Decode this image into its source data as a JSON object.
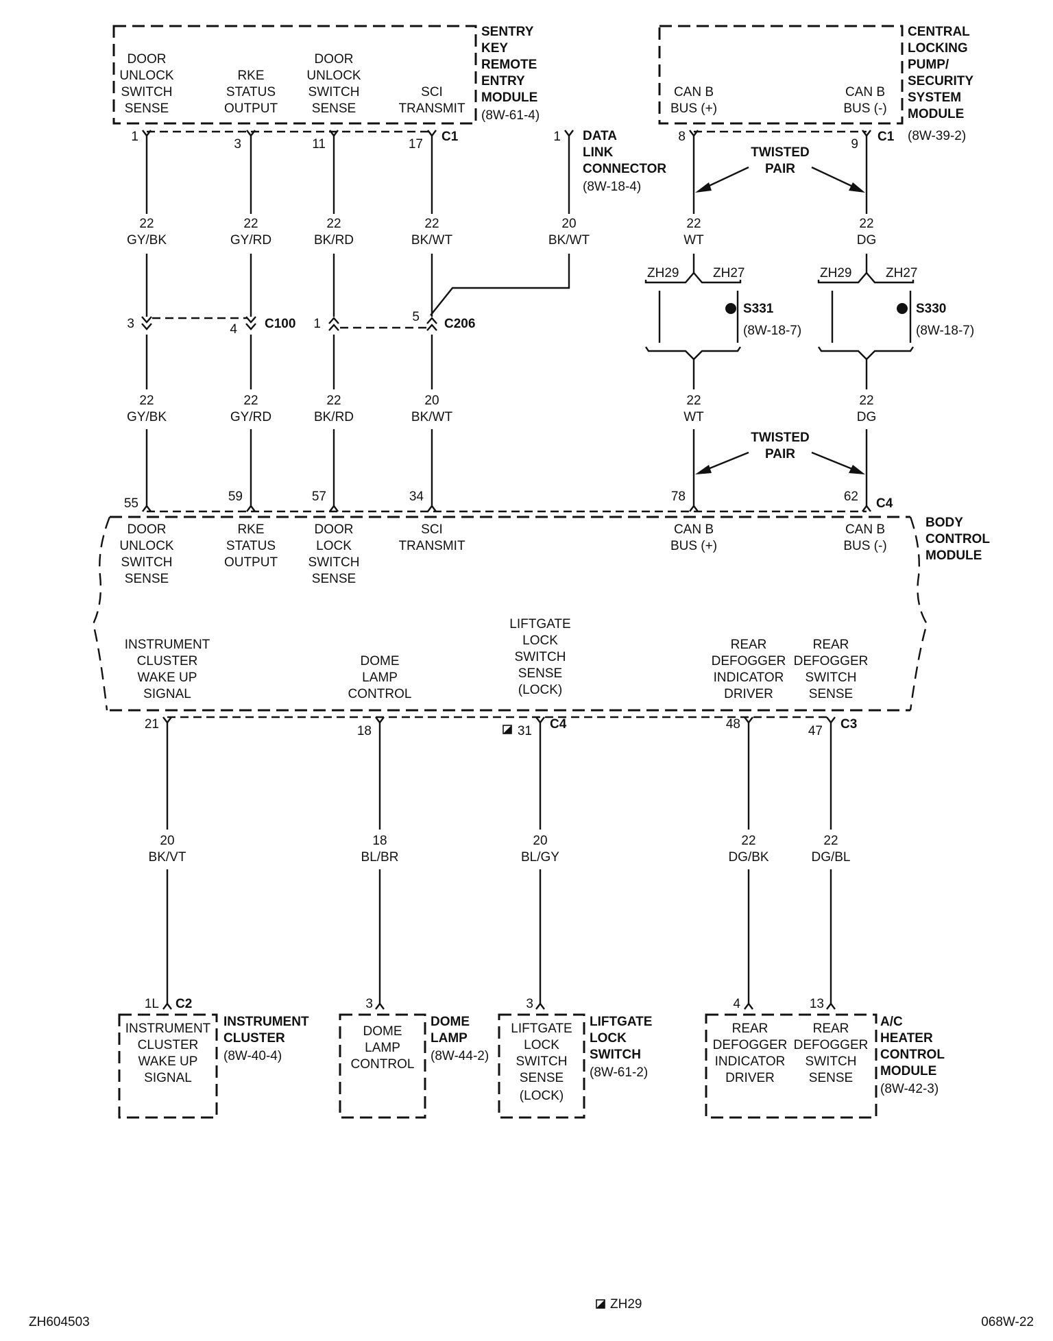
{
  "sentry": {
    "title": [
      "SENTRY",
      "KEY",
      "REMOTE",
      "ENTRY",
      "MODULE"
    ],
    "ref": "(8W-61-4)",
    "pins": [
      {
        "label": [
          "DOOR",
          "UNLOCK",
          "SWITCH",
          "SENSE"
        ],
        "pin": "1"
      },
      {
        "label": [
          "RKE",
          "STATUS",
          "OUTPUT"
        ],
        "pin": "3"
      },
      {
        "label": [
          "DOOR",
          "UNLOCK",
          "SWITCH",
          "SENSE"
        ],
        "pin": "11"
      },
      {
        "label": [
          "SCI",
          "TRANSMIT"
        ],
        "pin": "17"
      }
    ],
    "connector": "C1"
  },
  "dlc": {
    "title": [
      "DATA",
      "LINK",
      "CONNECTOR"
    ],
    "ref": "(8W-18-4)",
    "pin": "1",
    "gauge": "20",
    "color": "BK/WT"
  },
  "central_locking": {
    "title": [
      "CENTRAL",
      "LOCKING",
      "PUMP/",
      "SECURITY",
      "SYSTEM",
      "MODULE"
    ],
    "ref": "(8W-39-2)",
    "pins": [
      {
        "label": [
          "CAN B",
          "BUS (+)"
        ],
        "pin": "8"
      },
      {
        "label": [
          "CAN B",
          "BUS (-)"
        ],
        "pin": "9"
      }
    ],
    "connector": "C1"
  },
  "twisted_pair": [
    "TWISTED",
    "PAIR"
  ],
  "upper_wires": [
    {
      "gauge": "22",
      "color": "GY/BK"
    },
    {
      "gauge": "22",
      "color": "GY/RD"
    },
    {
      "gauge": "22",
      "color": "BK/RD"
    },
    {
      "gauge": "22",
      "color": "BK/WT"
    },
    {
      "gauge": "22",
      "color": "WT"
    },
    {
      "gauge": "22",
      "color": "DG"
    }
  ],
  "inline": {
    "c100": {
      "name": "C100",
      "pins": [
        "3",
        "4"
      ]
    },
    "c206": {
      "name": "C206",
      "pins": [
        "1",
        "5"
      ]
    }
  },
  "splices": [
    {
      "name": "S331",
      "ref": "(8W-18-7)",
      "left": "ZH29",
      "right": "ZH27"
    },
    {
      "name": "S330",
      "ref": "(8W-18-7)",
      "left": "ZH29",
      "right": "ZH27"
    }
  ],
  "lower_wires": [
    {
      "gauge": "22",
      "color": "GY/BK"
    },
    {
      "gauge": "22",
      "color": "GY/RD"
    },
    {
      "gauge": "22",
      "color": "BK/RD"
    },
    {
      "gauge": "20",
      "color": "BK/WT"
    },
    {
      "gauge": "22",
      "color": "WT"
    },
    {
      "gauge": "22",
      "color": "DG"
    }
  ],
  "bcm": {
    "title": [
      "BODY",
      "CONTROL",
      "MODULE"
    ],
    "top_pins": [
      {
        "pin": "55",
        "label": [
          "DOOR",
          "UNLOCK",
          "SWITCH",
          "SENSE"
        ]
      },
      {
        "pin": "59",
        "label": [
          "RKE",
          "STATUS",
          "OUTPUT"
        ]
      },
      {
        "pin": "57",
        "label": [
          "DOOR",
          "LOCK",
          "SWITCH",
          "SENSE"
        ]
      },
      {
        "pin": "34",
        "label": [
          "SCI",
          "TRANSMIT"
        ]
      },
      {
        "pin": "78",
        "label": [
          "CAN B",
          "BUS (+)"
        ]
      },
      {
        "pin": "62",
        "label": [
          "CAN B",
          "BUS (-)"
        ]
      }
    ],
    "top_connector": "C4",
    "bottom_pins": [
      {
        "pin": "21",
        "label": [
          "INSTRUMENT",
          "CLUSTER",
          "WAKE UP",
          "SIGNAL"
        ]
      },
      {
        "pin": "18",
        "label": [
          "DOME",
          "LAMP",
          "CONTROL"
        ]
      },
      {
        "pin": "31",
        "label": [
          "LIFTGATE",
          "LOCK",
          "SWITCH",
          "SENSE",
          "(LOCK)"
        ]
      },
      {
        "pin": "48",
        "label": [
          "REAR",
          "DEFOGGER",
          "INDICATOR",
          "DRIVER"
        ]
      },
      {
        "pin": "47",
        "label": [
          "REAR",
          "DEFOGGER",
          "SWITCH",
          "SENSE"
        ]
      }
    ],
    "conn_c4": "C4",
    "conn_c3": "C3"
  },
  "bottom_wires": [
    {
      "gauge": "20",
      "color": "BK/VT"
    },
    {
      "gauge": "18",
      "color": "BL/BR"
    },
    {
      "gauge": "20",
      "color": "BL/GY"
    },
    {
      "gauge": "22",
      "color": "DG/BK"
    },
    {
      "gauge": "22",
      "color": "DG/BL"
    }
  ],
  "components": [
    {
      "title": [
        "INSTRUMENT",
        "CLUSTER"
      ],
      "ref": "(8W-40-4)",
      "pin": "1L",
      "connector": "C2",
      "label": [
        "INSTRUMENT",
        "CLUSTER",
        "WAKE UP",
        "SIGNAL"
      ]
    },
    {
      "title": [
        "DOME",
        "LAMP"
      ],
      "ref": "(8W-44-2)",
      "pin": "3",
      "label": [
        "DOME",
        "LAMP",
        "CONTROL"
      ]
    },
    {
      "title": [
        "LIFTGATE",
        "LOCK",
        "SWITCH"
      ],
      "ref": "(8W-61-2)",
      "pin": "3",
      "label": [
        "LIFTGATE",
        "LOCK",
        "SWITCH",
        "SENSE",
        "(LOCK)"
      ]
    },
    {
      "title": [
        "A/C",
        "HEATER",
        "CONTROL",
        "MODULE"
      ],
      "ref": "(8W-42-3)",
      "pins": [
        "4",
        "13"
      ],
      "labels": [
        [
          "REAR",
          "DEFOGGER",
          "INDICATOR",
          "DRIVER"
        ],
        [
          "REAR",
          "DEFOGGER",
          "SWITCH",
          "SENSE"
        ]
      ]
    }
  ],
  "legend": {
    "text": "ZH29"
  },
  "footer": {
    "left": "ZH604503",
    "right": "068W-22"
  }
}
